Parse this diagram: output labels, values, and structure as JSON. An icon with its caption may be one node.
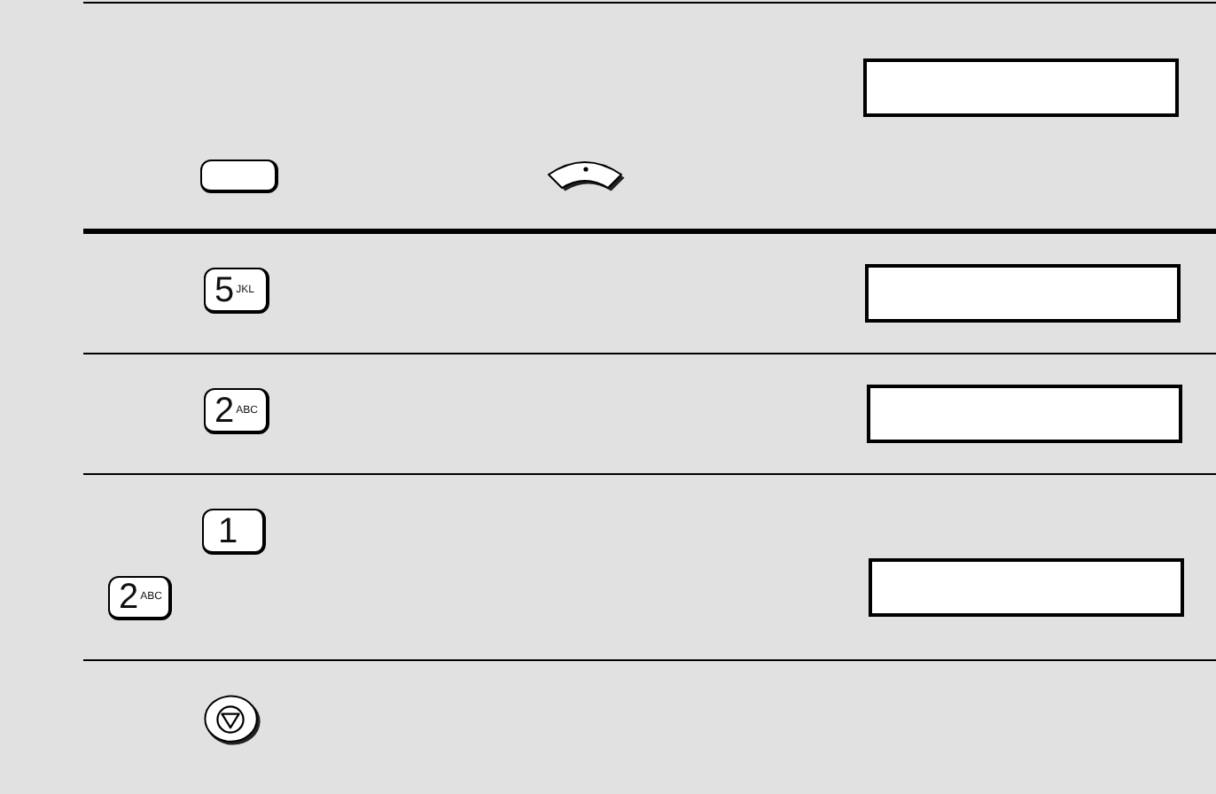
{
  "diagram": {
    "nodes": [
      {
        "text": [],
        "shape": "button"
      },
      {
        "text": [],
        "shape": "arc"
      },
      {
        "text": [],
        "shape": "box"
      },
      {
        "text": [
          "5",
          "JKL"
        ]
      },
      {
        "text": [],
        "shape": "box"
      },
      {
        "text": [
          "2",
          "ABC"
        ]
      },
      {
        "text": [],
        "shape": "box"
      },
      {
        "text": [
          "1"
        ]
      },
      {
        "text": [
          "2",
          "ABC"
        ]
      },
      {
        "text": [],
        "shape": "box"
      },
      {
        "text": [],
        "shape": "circle"
      }
    ]
  }
}
